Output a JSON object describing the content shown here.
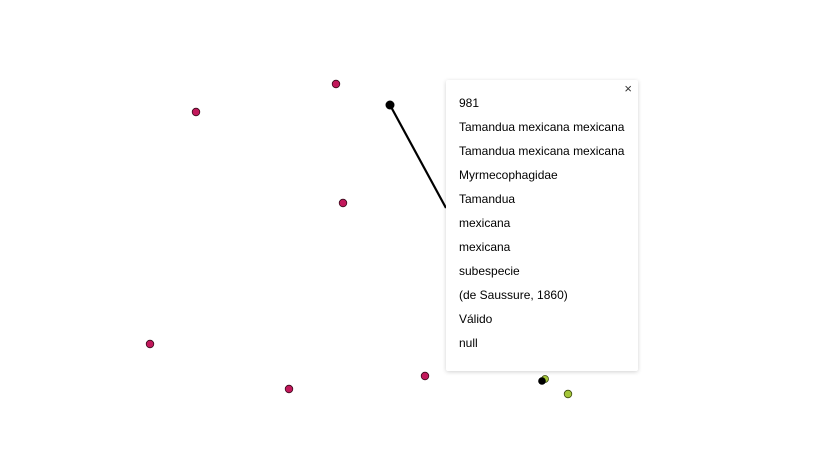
{
  "map": {
    "point_color": "#c2185b",
    "selected_point_color": "#000000",
    "nearby_point_color": "#a4c639",
    "leader_line_color": "#000000"
  },
  "popup": {
    "close_label": "×",
    "fields": [
      "981",
      "Tamandua mexicana mexicana",
      "Tamandua mexicana mexicana",
      "Myrmecophagidae",
      "Tamandua",
      "mexicana",
      "mexicana",
      "subespecie",
      "(de Saussure, 1860)",
      "Válido",
      "null"
    ]
  }
}
